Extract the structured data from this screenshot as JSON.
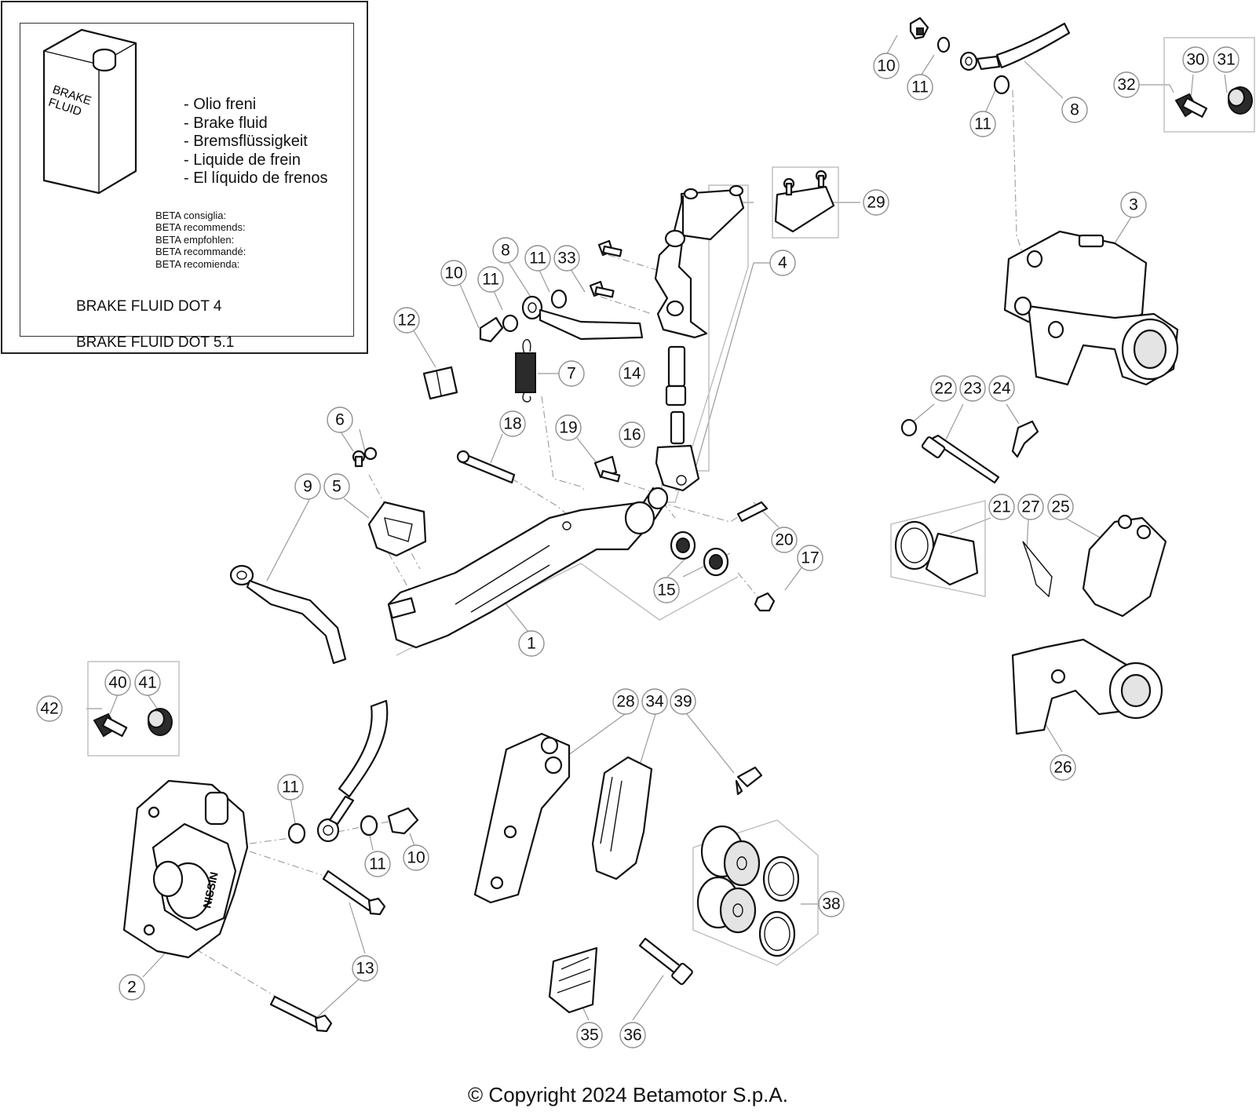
{
  "fluid_box": {
    "can_label": [
      "BRAKE",
      "FLUID"
    ],
    "fluid_names": [
      "Olio freni",
      "Brake fluid",
      "Bremsflüssigkeit",
      "Liquide de frein",
      "El líquido de frenos"
    ],
    "recommends": [
      "BETA consiglia:",
      "BETA recommends:",
      "BETA empfohlen:",
      "BETA recommandé:",
      "BETA recomienda:"
    ],
    "spec_dot4": "BRAKE FLUID DOT 4",
    "spec_dot51": "BRAKE FLUID DOT 5.1"
  },
  "caliper_brand": "NISSIN",
  "callouts": [
    "1",
    "2",
    "3",
    "4",
    "5",
    "6",
    "7",
    "8",
    "8",
    "9",
    "10",
    "10",
    "10",
    "11",
    "11",
    "11",
    "11",
    "11",
    "11",
    "12",
    "13",
    "14",
    "15",
    "16",
    "17",
    "18",
    "19",
    "20",
    "21",
    "22",
    "23",
    "24",
    "25",
    "26",
    "27",
    "28",
    "29",
    "30",
    "31",
    "32",
    "33",
    "34",
    "35",
    "36",
    "38",
    "39",
    "40",
    "41",
    "42"
  ],
  "copyright": "© Copyright 2024 Betamotor S.p.A."
}
